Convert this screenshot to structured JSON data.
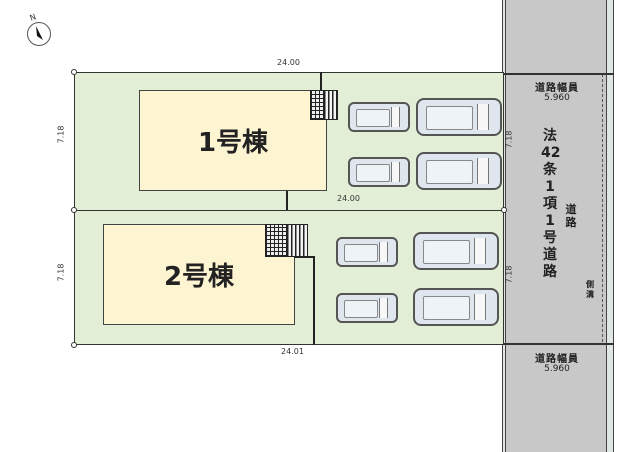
{
  "compass": {
    "label": "N",
    "icon": "north-arrow-icon"
  },
  "lots": [
    {
      "id": "lot-1",
      "building_label": "1号棟",
      "top_width": "24.00",
      "bottom_width": "24.00",
      "left_depth": "7.18",
      "right_depth": "7.18",
      "parking_spaces": 4
    },
    {
      "id": "lot-2",
      "building_label": "2号棟",
      "bottom_width": "24.01",
      "left_depth": "7.18",
      "right_depth": "7.18",
      "parking_spaces": 4
    }
  ],
  "road": {
    "width_label_top": "道路幅員",
    "width_value_top": "5.960",
    "width_label_bottom": "道路幅員",
    "width_value_bottom": "5.960",
    "road_type_chars": [
      "法",
      "42",
      "条",
      "1",
      "項",
      "1",
      "号",
      "道",
      "路"
    ],
    "road_chars_small": [
      "道",
      "路"
    ],
    "gutter_label": [
      "側",
      "溝"
    ]
  },
  "colors": {
    "lot_fill": "#e3eed6",
    "house_fill": "#fdf4d2",
    "road_fill": "#c8c8c8",
    "line": "#333333"
  }
}
